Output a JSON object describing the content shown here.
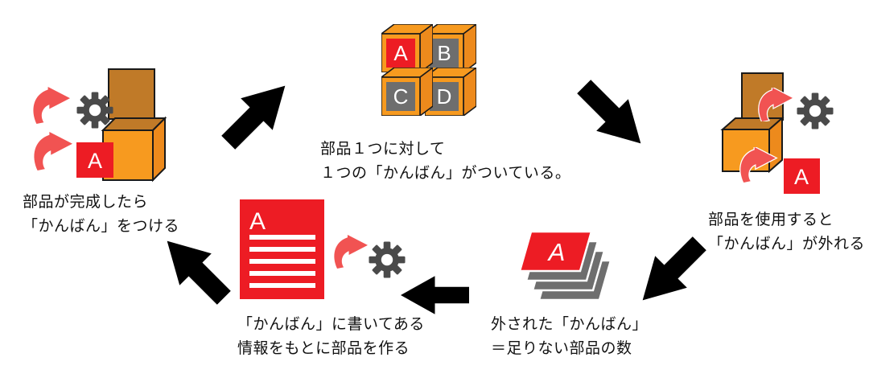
{
  "diagram_title": "kanban-cycle",
  "colors": {
    "orange_bright": "#F79A1F",
    "orange_medium": "#ED8A1C",
    "orange_dark": "#C07A28",
    "red": "#ED1C24",
    "coral": "#F15352",
    "gear_gray": "#4A4A4A",
    "card_gray": "#6E6E6E",
    "arrow_black": "#000000",
    "text": "#111111"
  },
  "icons": {
    "gear": "gear-icon",
    "curved_arrow": "curved-arrow-icon",
    "flow_arrow": "flow-arrow-icon",
    "parts_box": "parts-box",
    "kanban_tag": "kanban-tag",
    "kanban_sheet": "kanban-sheet"
  },
  "steps": {
    "attach": {
      "caption_line1": "部品が完成したら",
      "caption_line2": "「かんばん」をつける",
      "kanban_label": "A"
    },
    "inventory": {
      "caption_line1": "部品１つに対して",
      "caption_line2": "１つの「かんばん」がついている。",
      "boxes": [
        {
          "label": "A",
          "color": "#ED1C24"
        },
        {
          "label": "B",
          "color": "#6E6E6E"
        },
        {
          "label": "C",
          "color": "#6E6E6E"
        },
        {
          "label": "D",
          "color": "#6E6E6E"
        }
      ]
    },
    "detach": {
      "caption_line1": "部品を使用すると",
      "caption_line2": "「かんばん」が外れる",
      "kanban_label": "A"
    },
    "collected": {
      "caption_line1": "外された「かんばん」",
      "caption_line2": "＝足りない部品の数",
      "kanban_label": "A"
    },
    "produce": {
      "caption_line1": "「かんばん」に書いてある",
      "caption_line2": "情報をもとに部品を作る",
      "kanban_label": "A"
    }
  },
  "flow_arrows": [
    "up-right",
    "down-right",
    "down-left",
    "left",
    "up-left"
  ]
}
